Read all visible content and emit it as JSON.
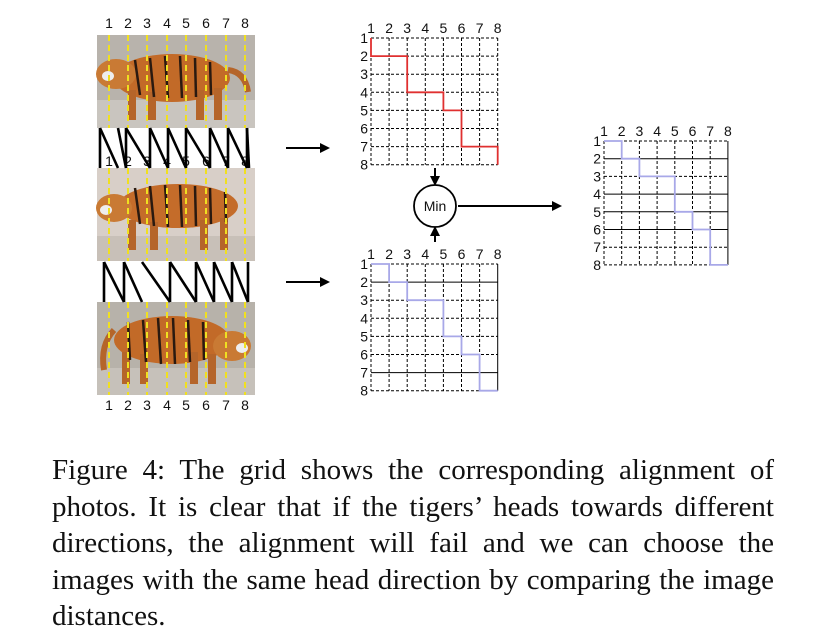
{
  "figure": {
    "image_column_labels": [
      "1",
      "2",
      "3",
      "4",
      "5",
      "6",
      "7",
      "8"
    ],
    "grid_row_labels": [
      "1",
      "2",
      "3",
      "4",
      "5",
      "6",
      "7",
      "8"
    ],
    "grid_col_labels": [
      "1",
      "2",
      "3",
      "4",
      "5",
      "6",
      "7",
      "8"
    ],
    "min_label": "Min",
    "colors": {
      "grid": "#000000",
      "stripe": "#f0e020",
      "path_top": "#e03030",
      "path_bottom": "#a8a8e8"
    },
    "images": [
      {
        "subject": "tiger walking, head facing left"
      },
      {
        "subject": "tiger walking, head facing left"
      },
      {
        "subject": "tiger walking, head facing right"
      }
    ]
  },
  "caption": {
    "text": "Figure 4: The grid shows the corresponding alignment of photos. It is clear that if the tigers’ heads towards different directions, the alignment will fail and we can choose the images with the same head direction by comparing the image distances."
  }
}
